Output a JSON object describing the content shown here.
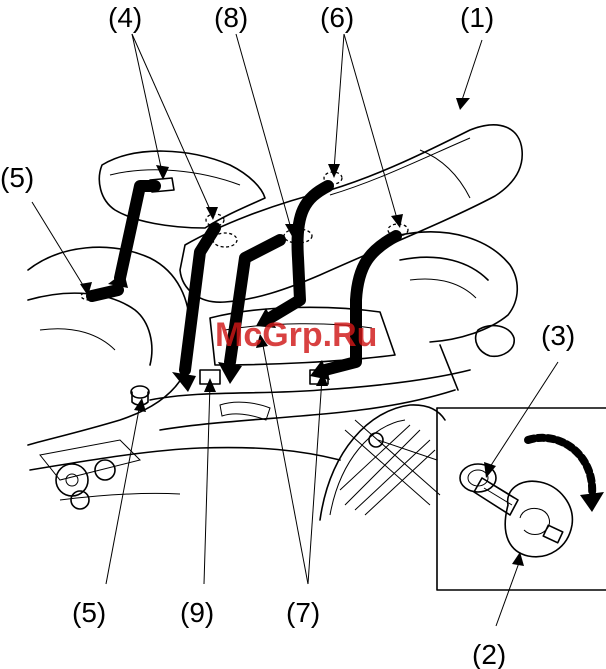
{
  "watermark": "McGrp.Ru",
  "callouts": {
    "c1": "(1)",
    "c2": "(2)",
    "c3": "(3)",
    "c4": "(4)",
    "c5_top": "(5)",
    "c5_bottom": "(5)",
    "c6": "(6)",
    "c7": "(7)",
    "c8": "(8)",
    "c9": "(9)"
  },
  "icons": {
    "ignition-key": "key-icon",
    "turn-arrow": "rotate-arrow-icon"
  }
}
